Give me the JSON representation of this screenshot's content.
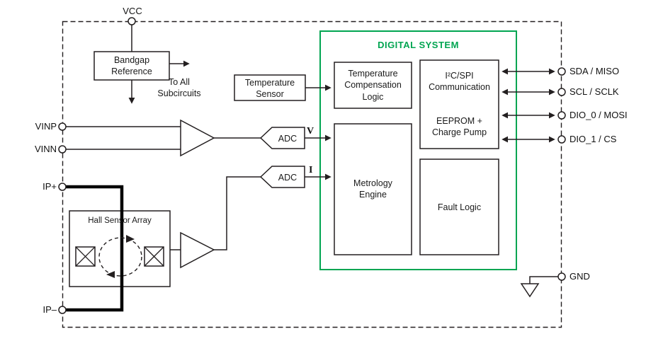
{
  "colors": {
    "green": "#00A551",
    "line": "#231F20",
    "thick_path": "#000000"
  },
  "digital_system": {
    "title": "DIGITAL SYSTEM"
  },
  "blocks": {
    "bandgap": "Bandgap\nReference",
    "to_all_subcircuits": "To All\nSubcircuits",
    "temperature_sensor": "Temperature\nSensor",
    "temp_comp_logic": "Temperature\nCompensation\nLogic",
    "comm_top": "I²C/SPI\nCommunication",
    "comm_bottom": "EEPROM +\nCharge Pump",
    "metrology": "Metrology\nEngine",
    "fault_logic": "Fault Logic",
    "hall_array": "Hall Sensor Array",
    "adc": "ADC"
  },
  "signals": {
    "voltage": "V",
    "current": "I"
  },
  "pins": {
    "vcc": "VCC",
    "vinp": "VINP",
    "vinn": "VINN",
    "ip_plus": "IP+",
    "ip_minus": "IP–",
    "sda": "SDA / MISO",
    "scl": "SCL / SCLK",
    "dio0": "DIO_0 / MOSI",
    "dio1": "DIO_1 / CS",
    "gnd": "GND"
  }
}
